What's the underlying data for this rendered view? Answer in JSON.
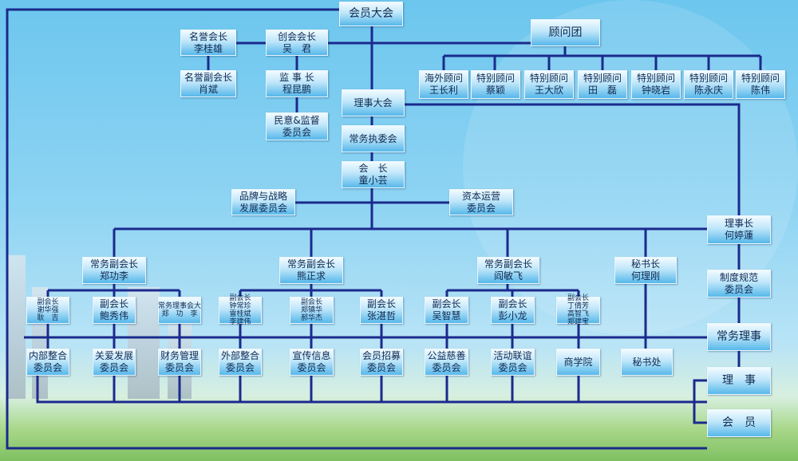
{
  "title": "会员大会",
  "top": {
    "honorary_president": [
      "名誉会长",
      "李桂雄"
    ],
    "founding_president": [
      "创会会长",
      "吴　君"
    ],
    "honorary_vice_president": [
      "名誉副会长",
      "肖斌"
    ],
    "chief_supervisor": [
      "监 事 长",
      "程昆鹏"
    ],
    "supervision_committee": [
      "民意&监督",
      "委员会"
    ],
    "council": [
      "理事大会"
    ],
    "executive_committee": [
      "常务执委会"
    ],
    "president": [
      "会　长",
      "童小芸"
    ],
    "brand_committee": [
      "品牌与战略",
      "发展委员会"
    ],
    "capital_committee": [
      "资本运营",
      "委员会"
    ]
  },
  "advisors": {
    "group": "顾问团",
    "members": [
      [
        "海外顾问",
        "王长利"
      ],
      [
        "特别顾问",
        "蔡颖"
      ],
      [
        "特别顾问",
        "王大欣"
      ],
      [
        "特别顾问",
        "田　磊"
      ],
      [
        "特别顾问",
        "钟晓岩"
      ],
      [
        "特别顾问",
        "陈永庆"
      ],
      [
        "特别顾问",
        "陈伟"
      ]
    ]
  },
  "right": {
    "chairman": [
      "理事长",
      "何婷蓮"
    ],
    "rules_committee": [
      "制度规范",
      "委员会"
    ],
    "standing_directors": [
      "常务理事"
    ],
    "directors": [
      "理　事"
    ],
    "members": [
      "会　员"
    ]
  },
  "executives": [
    {
      "title": [
        "常务副会长",
        "郑功李"
      ],
      "subs": [
        [
          "副会长",
          "谢华强",
          "耿　吉"
        ],
        [
          "副会长",
          "鲍秀伟"
        ],
        [
          "常务理事会大",
          "郑　功　李"
        ]
      ]
    },
    {
      "title": [
        "常务副会长",
        "熊正求"
      ],
      "subs": [
        [
          "副会长",
          "钟常珍",
          "雷桂斌",
          "李建伟"
        ],
        [
          "副会长",
          "郑镇华",
          "郝华杰"
        ],
        [
          "副会长",
          "张湛哲"
        ]
      ]
    },
    {
      "title": [
        "常务副会长",
        "阎敏飞"
      ],
      "subs": [
        [
          "副会长",
          "吴智慧"
        ],
        [
          "副会长",
          "彭小龙"
        ],
        [
          "副会长",
          "丁倩芳",
          "高智飞",
          "郑建宝"
        ]
      ]
    }
  ],
  "secretary_general": [
    "秘书长",
    "何理刚"
  ],
  "committees": [
    [
      "内部整合",
      "委员会"
    ],
    [
      "关爱发展",
      "委员会"
    ],
    [
      "财务管理",
      "委员会"
    ],
    [
      "外部整合",
      "委员会"
    ],
    [
      "宣传信息",
      "委员会"
    ],
    [
      "会员招募",
      "委员会"
    ],
    [
      "公益慈善",
      "委员会"
    ],
    [
      "活动联谊",
      "委员会"
    ],
    [
      "商学院"
    ],
    [
      "秘书处"
    ]
  ],
  "colors": {
    "line": "#1b2a8c",
    "box_top": "#f2fbff",
    "box_bottom": "#57b8ea"
  }
}
